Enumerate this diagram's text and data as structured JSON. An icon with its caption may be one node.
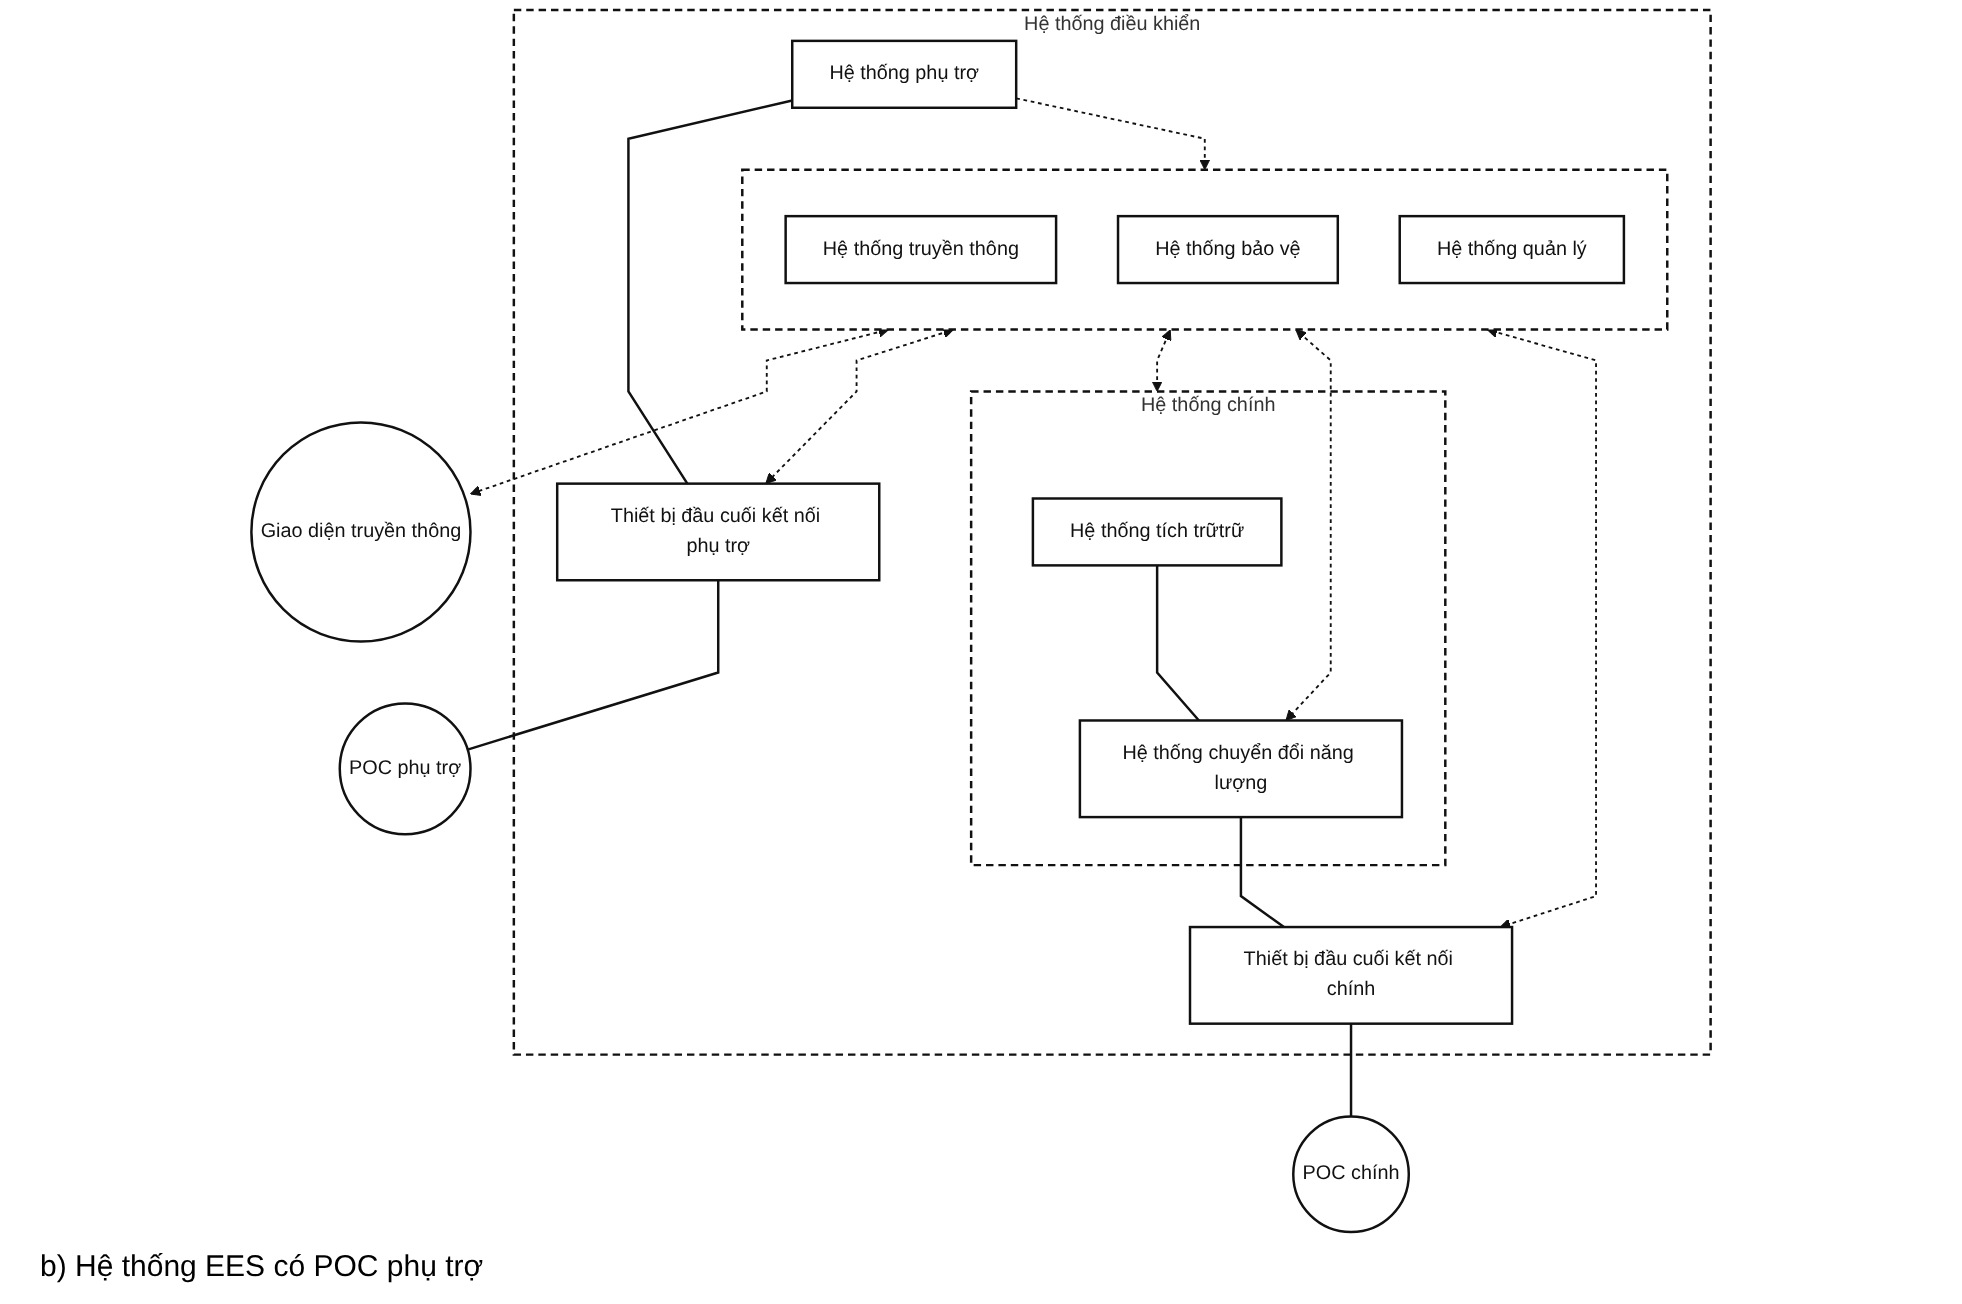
{
  "diagram": {
    "caption": "b) Hệ thống EES có POC phụ trợ",
    "nodes": [
      {
        "text": [
          "Hệ thống điều khiển"
        ]
      },
      {
        "text": [],
        "shape": "box",
        "in": 0
      },
      {
        "text": [
          "Hệ thống truyền thông"
        ],
        "in": 1
      },
      {
        "text": [
          "Hệ thống bảo vệ"
        ],
        "in": 1
      },
      {
        "text": [
          "Hệ thống quản lý"
        ],
        "in": 1
      },
      {
        "text": [
          "Giao diện truyền thông"
        ]
      },
      {
        "text": [
          "Hệ thống phụ trợ"
        ],
        "in": 0
      },
      {
        "text": [
          "Thiết bị đầu cuối kết nối phụ trợ"
        ],
        "in": 0
      },
      {
        "text": [
          "POC phụ trợ"
        ]
      },
      {
        "text": [
          "Hệ thống chính"
        ],
        "in": 0
      },
      {
        "text": [
          "Hệ thống tích trữtrữ"
        ],
        "in": 9
      },
      {
        "text": [
          "Hệ thống chuyển đổi năng lượng"
        ],
        "in": 9
      },
      {
        "text": [
          "Thiết bị đầu cuối kết nối chính"
        ],
        "in": 0
      },
      {
        "text": [
          "POC chính"
        ]
      }
    ],
    "edges": [
      {
        "from": 1,
        "to": 5,
        "arrow": "both",
        "style": "dashed"
      },
      {
        "from": 6,
        "to": 1,
        "arrow": "to",
        "style": "dashed"
      },
      {
        "from": 1,
        "to": 7,
        "arrow": "both",
        "style": "dashed"
      },
      {
        "from": 1,
        "to": 9,
        "arrow": "both",
        "style": "dashed"
      },
      {
        "from": 1,
        "to": 11,
        "arrow": "both",
        "style": "dashed"
      },
      {
        "from": 1,
        "to": 12,
        "arrow": "both",
        "style": "dashed"
      },
      {
        "from": 6,
        "to": 7,
        "arrow": "none"
      },
      {
        "from": 7,
        "to": 8,
        "arrow": "none"
      },
      {
        "from": 10,
        "to": 11,
        "arrow": "none"
      },
      {
        "from": 11,
        "to": 12,
        "arrow": "none"
      },
      {
        "from": 12,
        "to": 13,
        "arrow": "none"
      }
    ]
  }
}
